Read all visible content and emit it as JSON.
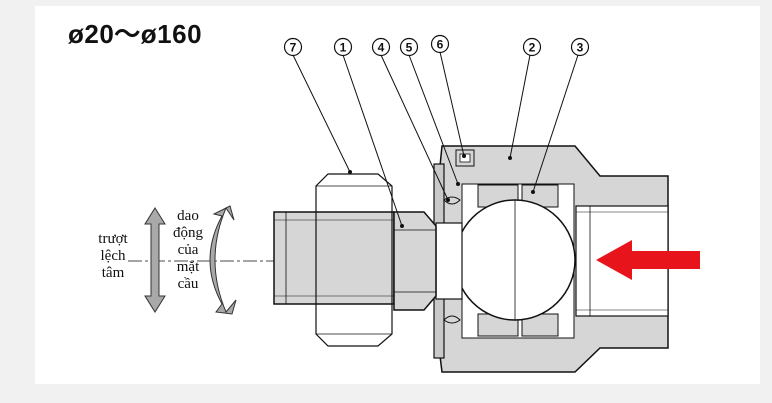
{
  "title": "ø20～ø160",
  "labels": {
    "slide": [
      "trượt",
      "lệch",
      "tâm"
    ],
    "swing": [
      "dao",
      "động",
      "của",
      "mặt",
      "cầu"
    ]
  },
  "callouts": [
    "7",
    "1",
    "4",
    "5",
    "6",
    "2",
    "3"
  ],
  "colors": {
    "body_fill": "#d6d6d6",
    "arrow": "#e8141b",
    "gesture_arrow": "#a9a9a9",
    "line": "#111111"
  }
}
